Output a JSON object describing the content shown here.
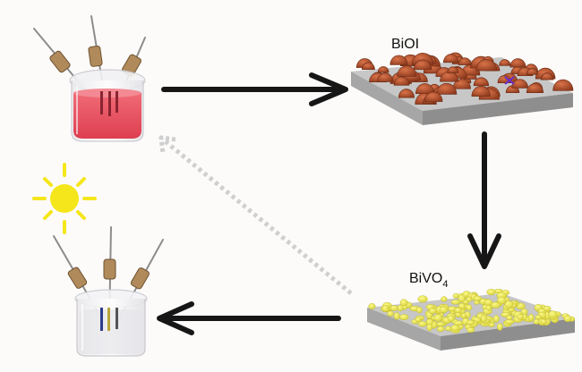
{
  "labels": {
    "bioi": "BiOI",
    "bivo4_main": "BiVO",
    "bivo4_sub": "4"
  },
  "colors": {
    "background": "#fcfbfa",
    "arrow": "#161616",
    "dotted_arrow": "#cfcfcf",
    "red_solution": "#e8505f",
    "sun": "#f5e61b",
    "bioi_crystals": "#b4522d",
    "bivo4_grains": "#ecea4a",
    "substrate_top": "#bdbdbd",
    "substrate_side": "#9a9a9a",
    "electrode_cap": "#b08a5a"
  }
}
